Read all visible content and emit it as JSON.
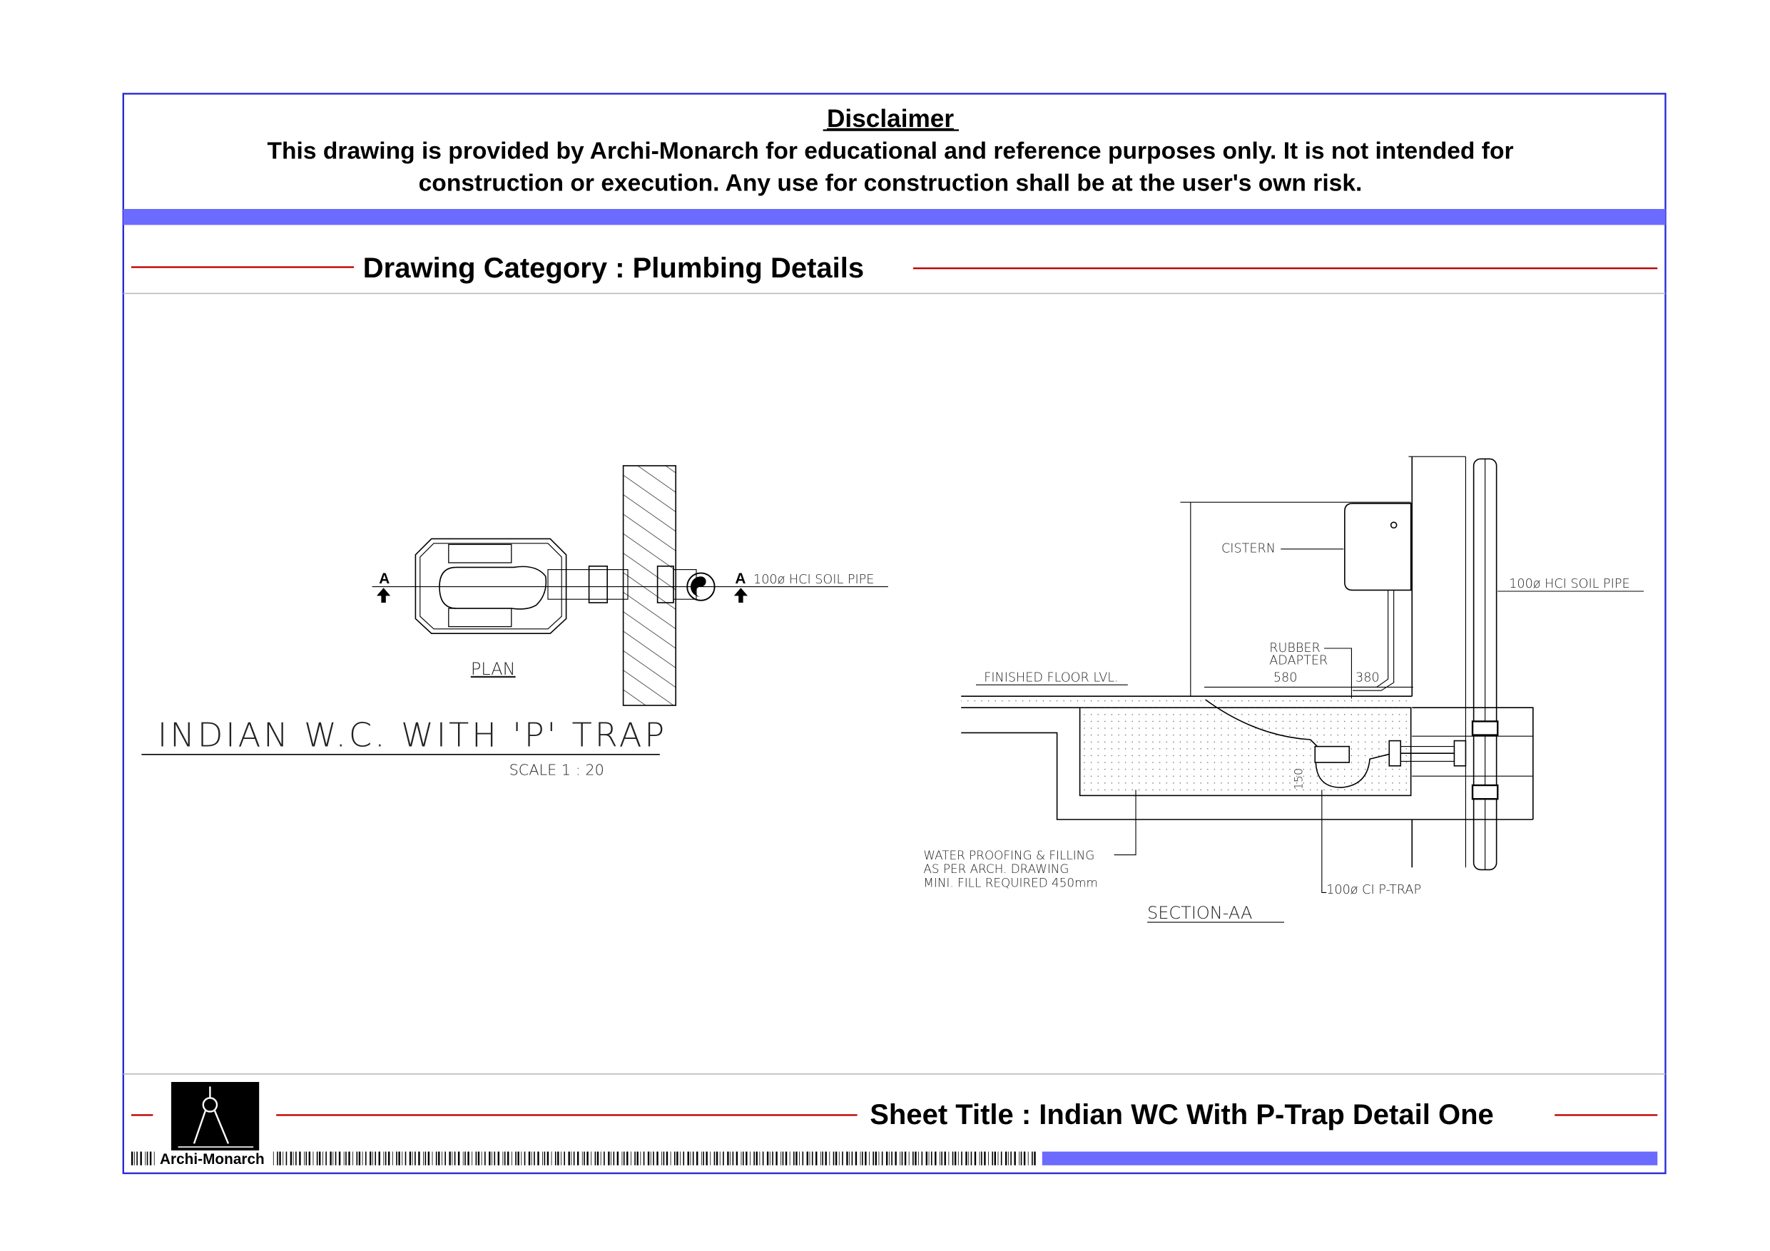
{
  "disclaimer": {
    "title": "Disclaimer",
    "line1": "This drawing is provided by Archi-Monarch for educational and reference purposes only. It is not intended for",
    "line2": "construction or execution. Any use for construction shall be at the user's own risk."
  },
  "category": "Drawing Category : Plumbing Details",
  "plan": {
    "section_marker": "A",
    "soil_pipe_label": "100ø HCI SOIL PIPE",
    "plan_label": "PLAN",
    "title": "INDIAN  W.C.  WITH  'P'  TRAP",
    "scale": "SCALE   1  :  20"
  },
  "section": {
    "cistern": "CISTERN",
    "soil_pipe_label": "100ø HCI SOIL PIPE",
    "rubber_adapter_1": "RUBBER",
    "rubber_adapter_2": "ADAPTER",
    "dim_580": "580",
    "dim_380": "380",
    "dim_150": "150",
    "finished_floor": "FINISHED  FLOOR  LVL.",
    "waterproof_1": "WATER  PROOFING  &  FILLING",
    "waterproof_2": "AS  PER  ARCH.  DRAWING",
    "waterproof_3": "MINI.  FILL  REQUIRED  450mm",
    "ptrap": "100ø  CI  P-TRAP",
    "title": "SECTION-AA"
  },
  "footer": {
    "logo_text": "Archi-Monarch",
    "sheet_title": "Sheet Title : Indian WC With P-Trap Detail One"
  },
  "colors": {
    "frame": "#2b2bd6",
    "band": "#6b6bff",
    "red": "#c00000"
  }
}
